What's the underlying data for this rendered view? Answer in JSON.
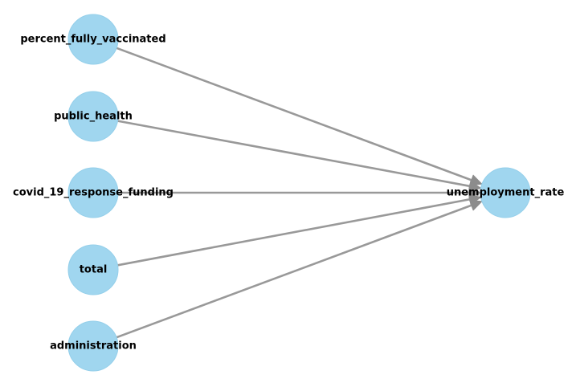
{
  "diagram": {
    "type": "directed-graph",
    "colors": {
      "node_fill": "#a0d6ef",
      "node_stroke": "#94cfea",
      "edge": "#999999",
      "arrowhead": "#8c8c8c",
      "label": "#000000"
    },
    "nodes": [
      {
        "id": "percent_fully_vaccinated",
        "label": "percent_fully_vaccinated"
      },
      {
        "id": "public_health",
        "label": "public_health"
      },
      {
        "id": "covid_19_response_funding",
        "label": "covid_19_response_funding"
      },
      {
        "id": "total",
        "label": "total"
      },
      {
        "id": "administration",
        "label": "administration"
      },
      {
        "id": "unemployment_rate",
        "label": "unemployment_rate"
      }
    ],
    "edges": [
      {
        "from": "percent_fully_vaccinated",
        "to": "unemployment_rate"
      },
      {
        "from": "public_health",
        "to": "unemployment_rate"
      },
      {
        "from": "covid_19_response_funding",
        "to": "unemployment_rate"
      },
      {
        "from": "total",
        "to": "unemployment_rate"
      },
      {
        "from": "administration",
        "to": "unemployment_rate"
      }
    ]
  }
}
